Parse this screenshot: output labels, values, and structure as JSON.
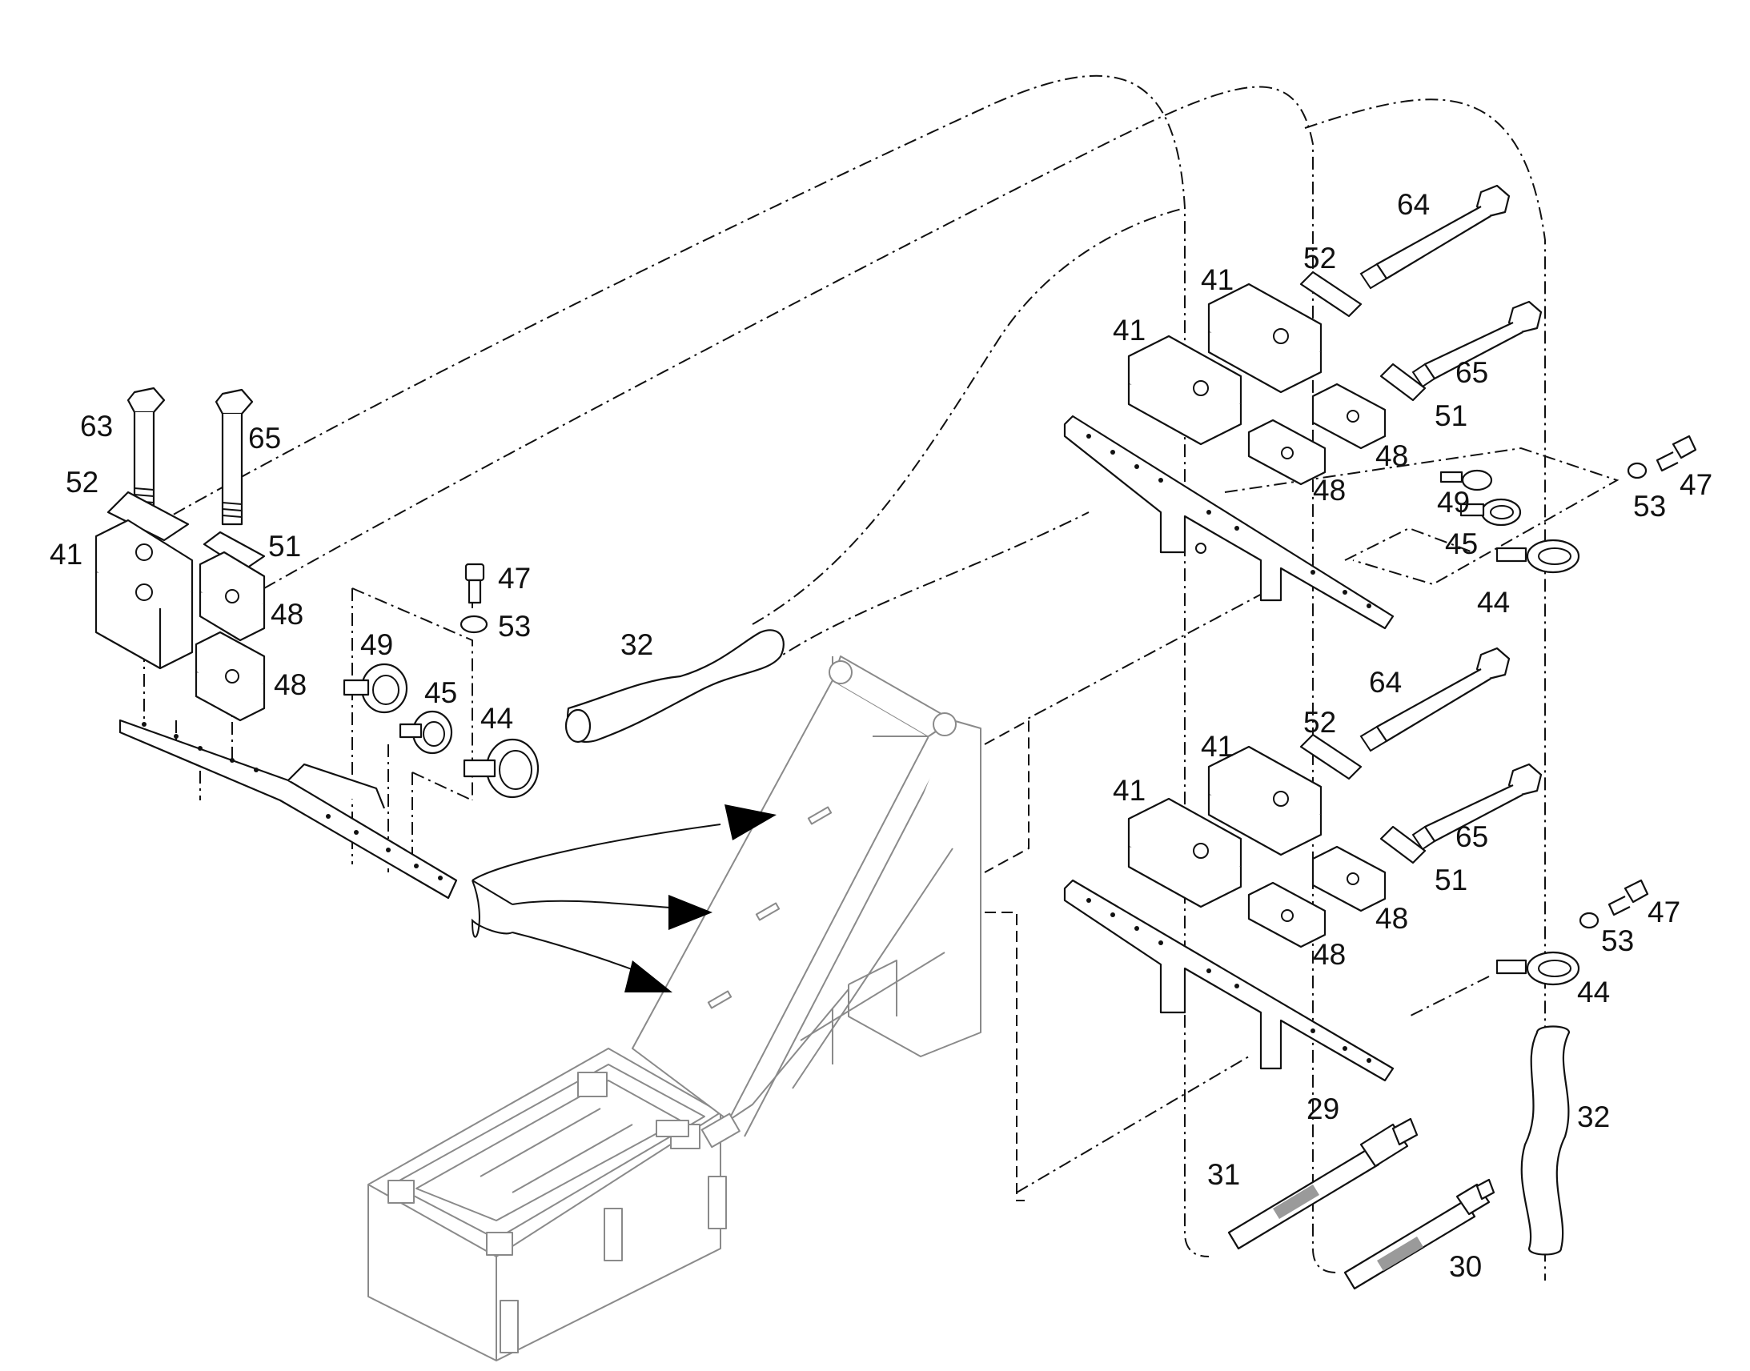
{
  "diagram": {
    "callouts": [
      {
        "id": "c-63",
        "label": "63"
      },
      {
        "id": "c-65a",
        "label": "65"
      },
      {
        "id": "c-52a",
        "label": "52"
      },
      {
        "id": "c-41a",
        "label": "41"
      },
      {
        "id": "c-51a",
        "label": "51"
      },
      {
        "id": "c-48a",
        "label": "48"
      },
      {
        "id": "c-48b",
        "label": "48"
      },
      {
        "id": "c-47a",
        "label": "47"
      },
      {
        "id": "c-53a",
        "label": "53"
      },
      {
        "id": "c-49a",
        "label": "49"
      },
      {
        "id": "c-45a",
        "label": "45"
      },
      {
        "id": "c-44a",
        "label": "44"
      },
      {
        "id": "c-32a",
        "label": "32"
      },
      {
        "id": "c-64a",
        "label": "64"
      },
      {
        "id": "c-52b",
        "label": "52"
      },
      {
        "id": "c-41b",
        "label": "41"
      },
      {
        "id": "c-41c",
        "label": "41"
      },
      {
        "id": "c-65b",
        "label": "65"
      },
      {
        "id": "c-51b",
        "label": "51"
      },
      {
        "id": "c-48c",
        "label": "48"
      },
      {
        "id": "c-48d",
        "label": "48"
      },
      {
        "id": "c-47b",
        "label": "47"
      },
      {
        "id": "c-53b",
        "label": "53"
      },
      {
        "id": "c-49b",
        "label": "49"
      },
      {
        "id": "c-45b",
        "label": "45"
      },
      {
        "id": "c-44b",
        "label": "44"
      },
      {
        "id": "c-64b",
        "label": "64"
      },
      {
        "id": "c-52c",
        "label": "52"
      },
      {
        "id": "c-41d",
        "label": "41"
      },
      {
        "id": "c-41e",
        "label": "41"
      },
      {
        "id": "c-65c",
        "label": "65"
      },
      {
        "id": "c-51c",
        "label": "51"
      },
      {
        "id": "c-48e",
        "label": "48"
      },
      {
        "id": "c-48f",
        "label": "48"
      },
      {
        "id": "c-47c",
        "label": "47"
      },
      {
        "id": "c-53c",
        "label": "53"
      },
      {
        "id": "c-44c",
        "label": "44"
      },
      {
        "id": "c-32b",
        "label": "32"
      },
      {
        "id": "c-29",
        "label": "29"
      },
      {
        "id": "c-31",
        "label": "31"
      },
      {
        "id": "c-30",
        "label": "30"
      }
    ]
  }
}
